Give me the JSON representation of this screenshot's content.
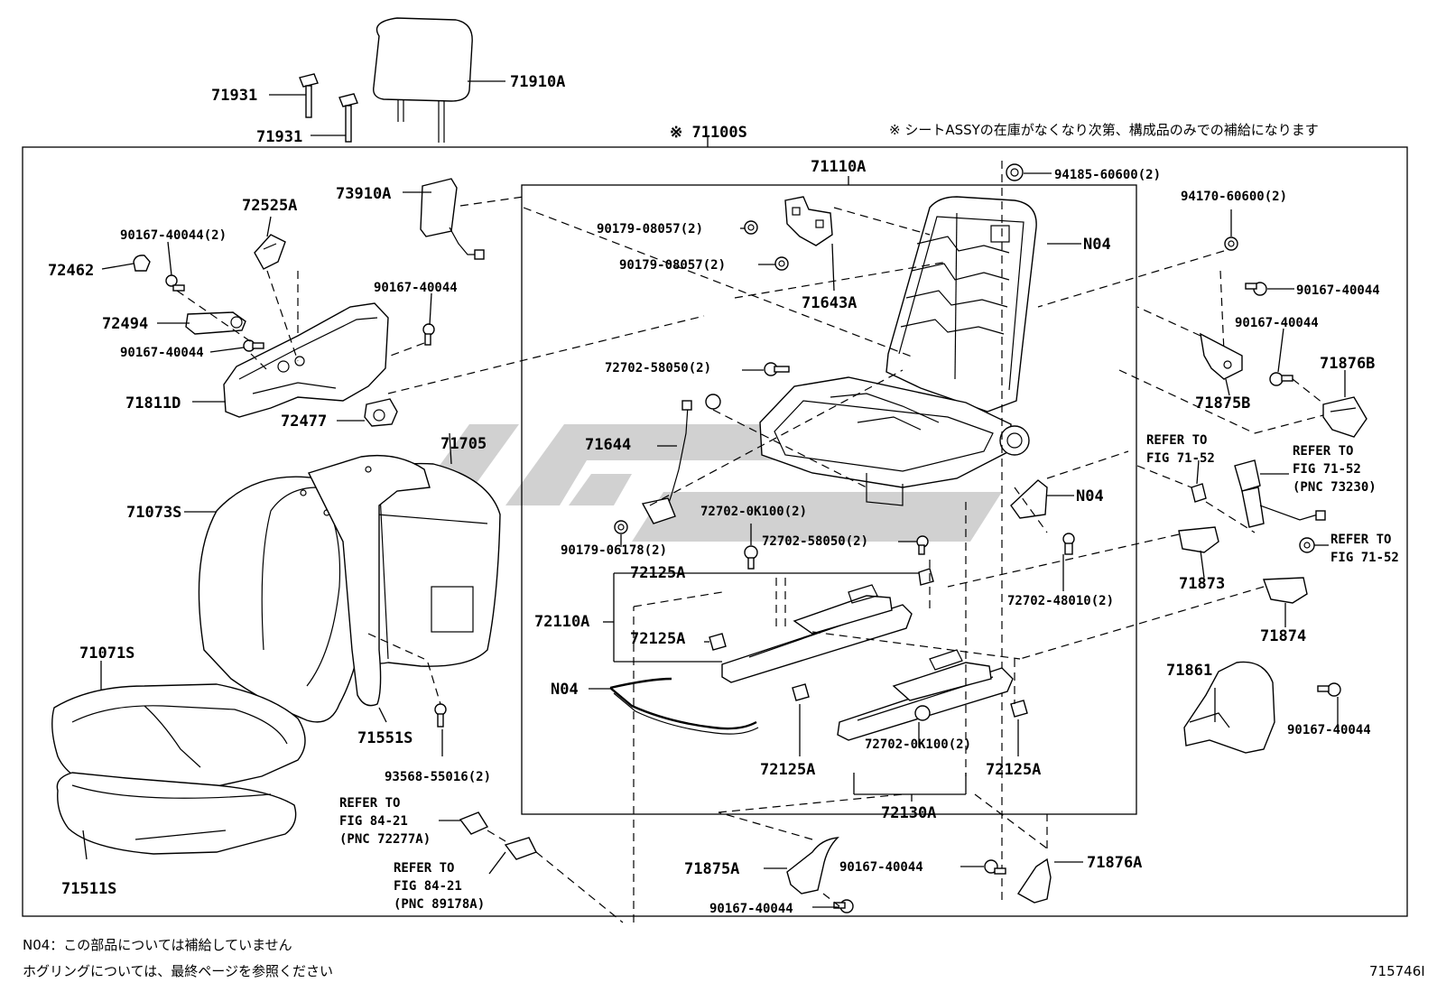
{
  "header": {
    "assembly_label": "※ 71100S",
    "supply_note": "※ シートASSYの在庫がなくなり次第、構成品のみでの補給になります"
  },
  "footer": {
    "note_line1": "N04：この部品については補給していません",
    "note_line2": "ホグリングについては、最終ページを参照ください",
    "figure_id": "715746I"
  },
  "parts": {
    "p71931a": "71931",
    "p71931b": "71931",
    "p71910A": "71910A",
    "p71110A": "71110A",
    "p72525A": "72525A",
    "p73910A": "73910A",
    "p90167_40044_2": "90167-40044(2)",
    "p72462": "72462",
    "p72494": "72494",
    "p90167_40044_l": "90167-40044",
    "p90167_40044_c": "90167-40044",
    "p71811D": "71811D",
    "p72477": "72477",
    "p90179_08057_a": "90179-08057(2)",
    "p90179_08057_b": "90179-08057(2)",
    "p71643A": "71643A",
    "p94185": "94185-60600(2)",
    "pN04_top": "N04",
    "p94170": "94170-60600(2)",
    "p90167_40044_r1": "90167-40044",
    "p90167_40044_r2": "90167-40044",
    "p71875B": "71875B",
    "p71876B": "71876B",
    "p72702_58050_a": "72702-58050(2)",
    "p71644": "71644",
    "p71705": "71705",
    "p71073S": "71073S",
    "p72702_0K100_a": "72702-0K100(2)",
    "p72702_58050_b": "72702-58050(2)",
    "p90179_06178": "90179-06178(2)",
    "pN04_mid": "N04",
    "p72702_48010": "72702-48010(2)",
    "p71873": "71873",
    "p71874": "71874",
    "p72125A_a": "72125A",
    "p72110A": "72110A",
    "p72125A_b": "72125A",
    "p71071S": "71071S",
    "pN04_wire": "N04",
    "p71551S": "71551S",
    "p71861": "71861",
    "p90167_40044_r3": "90167-40044",
    "p72702_0K100_b": "72702-0K100(2)",
    "p72125A_c": "72125A",
    "p72125A_d": "72125A",
    "p93568": "93568-55016(2)",
    "p72130A": "72130A",
    "p71511S": "71511S",
    "p71875A": "71875A",
    "p90167_40044_b1": "90167-40044",
    "p90167_40044_b2": "90167-40044",
    "p71876A": "71876A"
  },
  "refs": {
    "r1": [
      "REFER TO",
      "FIG 71-52"
    ],
    "r2": [
      "REFER TO",
      "FIG 71-52",
      "(PNC 73230)"
    ],
    "r3": [
      "REFER TO",
      "FIG 71-52"
    ],
    "r4": [
      "REFER TO",
      "FIG 84-21",
      "(PNC 72277A)"
    ],
    "r5": [
      "REFER TO",
      "FIG 84-21",
      "(PNC 89178A)"
    ]
  }
}
